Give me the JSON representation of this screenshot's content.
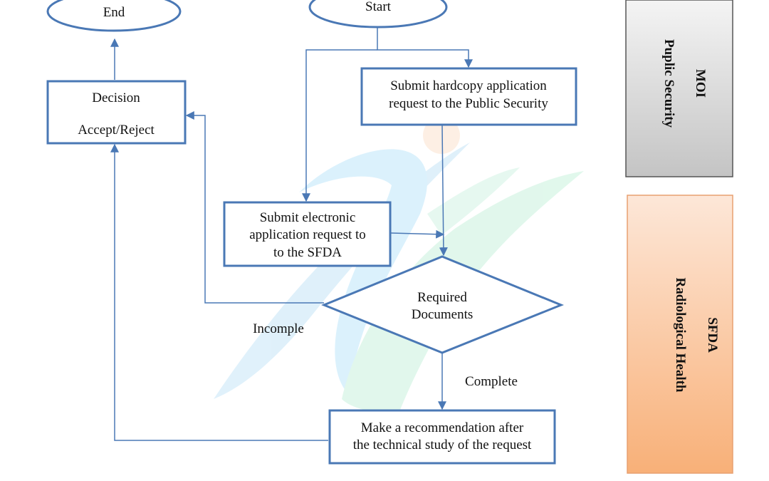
{
  "nodes": {
    "end": "End",
    "start": "Start",
    "hardcopy": [
      "Submit hardcopy application",
      "request to the Public Security"
    ],
    "decision": [
      "Decision",
      "Accept/Reject"
    ],
    "electronic": [
      "Submit electronic",
      "application request to",
      "to the SFDA"
    ],
    "required_docs": [
      "Required",
      "Documents"
    ],
    "recommendation": [
      "Make a recommendation after",
      "the technical study of the request"
    ]
  },
  "edge_labels": {
    "incomplete": "Incomple",
    "complete": "Complete"
  },
  "lanes": {
    "moi": [
      "MOI",
      "Puplic Security"
    ],
    "sfda": [
      "SFDA",
      "Radiological Health"
    ]
  },
  "colors": {
    "shape_stroke": "#4a78b5",
    "edge": "#4a78b5",
    "moi_lane_top": "#f4f4f4",
    "moi_lane_bottom": "#c4c4c4",
    "sfda_lane_top": "#fde7d8",
    "sfda_lane_bottom": "#f8b078"
  }
}
